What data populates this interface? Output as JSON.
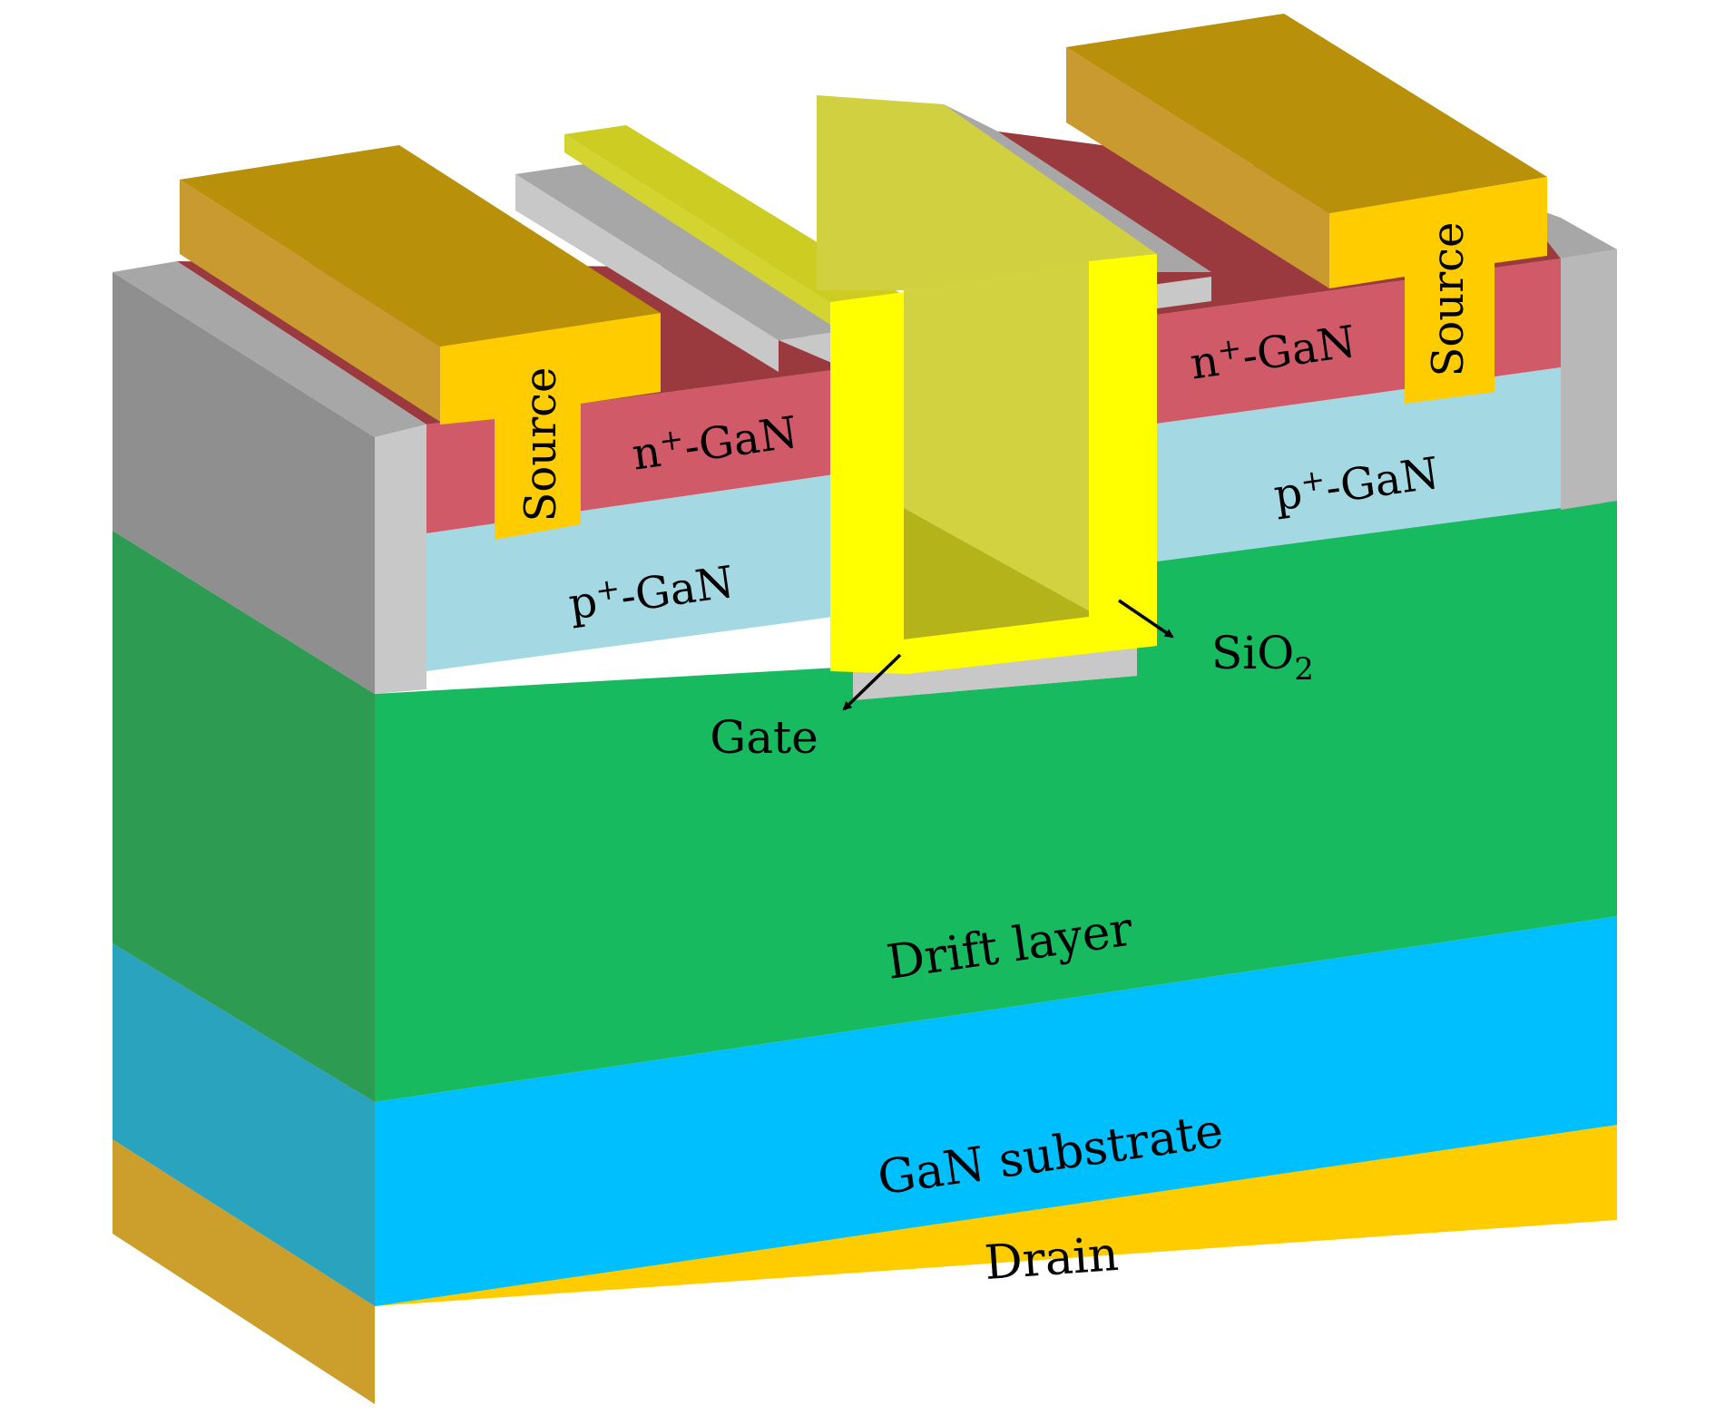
{
  "labels": {
    "source_left": "Source",
    "source_right": "Source",
    "nplus_left": "n+-GaN",
    "nplus_right": "n+-GaN",
    "pplus_left": "p+-GaN",
    "pplus_right": "p+-GaN",
    "gate": "Gate",
    "sio2": "SiO2",
    "drift": "Drift layer",
    "substrate": "GaN substrate",
    "drain": "Drain"
  },
  "colors": {
    "drain": "#ffcc00",
    "drain_side": "#cc9e2c",
    "substrate": "#00bfff",
    "substrate_side": "#2aa3bf",
    "drift": "#17ba5f",
    "drift_side": "#2e9b52",
    "pplus": "#a4d9e4",
    "nplus": "#d05a68",
    "nplus_top": "#9a3a3e",
    "sio2": "#c8c8c8",
    "sio2_side": "#8f8f8f",
    "gate": "#ffff00",
    "gate_fill": "#cccc22",
    "gold": "#ffcc00",
    "gold_top": "#b8900a",
    "gold_side": "#c99a30"
  }
}
